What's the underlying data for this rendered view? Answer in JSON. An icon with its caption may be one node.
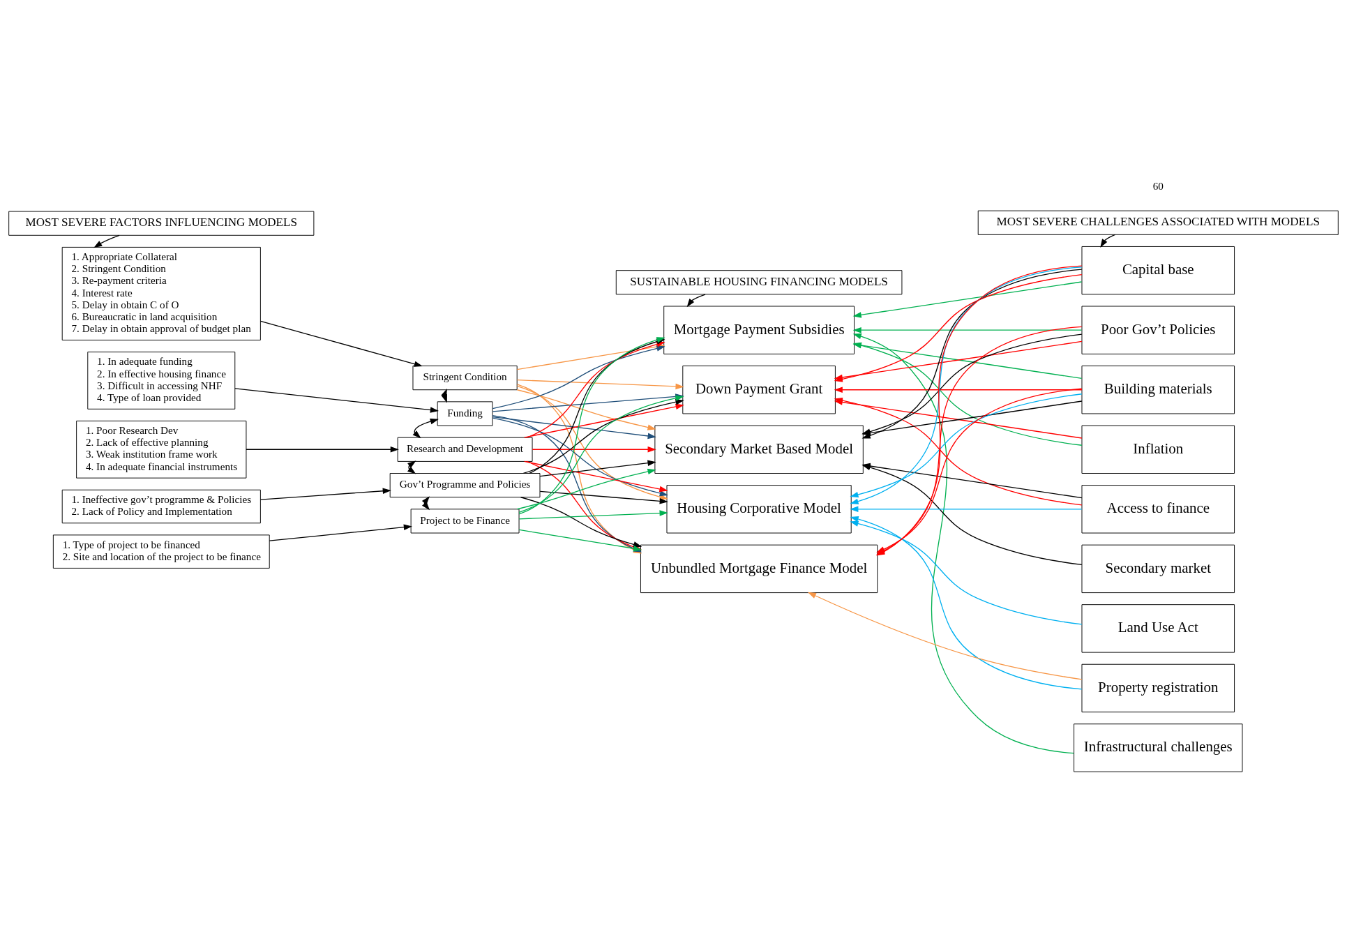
{
  "diagram": {
    "nodes": [
      {
        "text": [
          "MOST SEVERE FACTORS INFLUENCING MODELS"
        ]
      },
      {
        "text": [
          "SUSTAINABLE HOUSING FINANCING MODELS"
        ]
      },
      {
        "text": [
          "MOST SEVERE CHALLENGES ASSOCIATED WITH MODELS"
        ]
      },
      {
        "text": [
          "1. Appropriate Collateral",
          "2. Stringent Condition",
          "3. Re-payment criteria",
          "4. Interest rate",
          "5. Delay in obtain C of O",
          "6. Bureaucratic in land acquisition",
          "7. Delay in obtain approval of budget plan"
        ]
      },
      {
        "text": [
          "Stringent Condition"
        ]
      },
      {
        "text": [
          "1. In adequate funding",
          "2. In effective housing finance",
          "3. Difficult in accessing NHF",
          "4. Type of loan provided"
        ]
      },
      {
        "text": [
          "Funding"
        ]
      },
      {
        "text": [
          "1. Poor Research Dev",
          "2. Lack of effective planning",
          "3. Weak institution frame work",
          "4. In adequate financial instruments"
        ]
      },
      {
        "text": [
          "Research and Development"
        ]
      },
      {
        "text": [
          "1. Ineffective gov’t programme & Policies",
          "2. Lack of Policy and Implementation"
        ]
      },
      {
        "text": [
          "Gov’t Programme and Policies"
        ]
      },
      {
        "text": [
          "1. Type of project to be financed",
          "2. Site and location of the project to be finance"
        ]
      },
      {
        "text": [
          "Project to be Finance"
        ]
      },
      {
        "text": [
          "Mortgage Payment Subsidies"
        ]
      },
      {
        "text": [
          "Down Payment Grant"
        ]
      },
      {
        "text": [
          "Secondary Market Based Model"
        ]
      },
      {
        "text": [
          "Housing Corporative Model"
        ]
      },
      {
        "text": [
          "Unbundled Mortgage Finance Model"
        ]
      },
      {
        "text": [
          "Capital base"
        ]
      },
      {
        "text": [
          "Poor Gov’t Policies"
        ]
      },
      {
        "text": [
          "Building materials"
        ]
      },
      {
        "text": [
          "Inflation"
        ]
      },
      {
        "text": [
          "Access to finance"
        ]
      },
      {
        "text": [
          "Secondary market"
        ]
      },
      {
        "text": [
          "Land Use Act"
        ]
      },
      {
        "text": [
          "Property registration"
        ]
      },
      {
        "text": [
          "Infrastructural challenges"
        ]
      }
    ],
    "edges": [
      {
        "from": 0,
        "to": 3,
        "arrow": "to"
      },
      {
        "from": 1,
        "to": 13,
        "arrow": "to"
      },
      {
        "from": 2,
        "to": 18,
        "arrow": "to"
      },
      {
        "from": 3,
        "to": 4,
        "arrow": "to"
      },
      {
        "from": 5,
        "to": 6,
        "arrow": "to"
      },
      {
        "from": 7,
        "to": 8,
        "arrow": "to"
      },
      {
        "from": 9,
        "to": 10,
        "arrow": "to"
      },
      {
        "from": 11,
        "to": 12,
        "arrow": "to"
      },
      {
        "from": 4,
        "to": 6,
        "arrow": "both"
      },
      {
        "from": 6,
        "to": 8,
        "arrow": "both"
      },
      {
        "from": 8,
        "to": 10,
        "arrow": "both"
      },
      {
        "from": 10,
        "to": 12,
        "arrow": "both"
      },
      {
        "from": 4,
        "to": 13,
        "arrow": "to",
        "color": "#f79646"
      },
      {
        "from": 4,
        "to": 14,
        "arrow": "to",
        "color": "#f79646"
      },
      {
        "from": 4,
        "to": 15,
        "arrow": "to",
        "color": "#f79646"
      },
      {
        "from": 4,
        "to": 16,
        "arrow": "to",
        "color": "#f79646"
      },
      {
        "from": 4,
        "to": 17,
        "arrow": "to",
        "color": "#f79646"
      },
      {
        "from": 6,
        "to": 13,
        "arrow": "to",
        "color": "#1f4e79"
      },
      {
        "from": 6,
        "to": 14,
        "arrow": "to",
        "color": "#1f4e79"
      },
      {
        "from": 6,
        "to": 15,
        "arrow": "to",
        "color": "#1f4e79"
      },
      {
        "from": 6,
        "to": 16,
        "arrow": "to",
        "color": "#1f4e79"
      },
      {
        "from": 6,
        "to": 17,
        "arrow": "to",
        "color": "#1f4e79"
      },
      {
        "from": 8,
        "to": 13,
        "arrow": "to",
        "color": "#ff0000"
      },
      {
        "from": 8,
        "to": 14,
        "arrow": "to",
        "color": "#ff0000"
      },
      {
        "from": 8,
        "to": 15,
        "arrow": "to",
        "color": "#ff0000"
      },
      {
        "from": 8,
        "to": 16,
        "arrow": "to",
        "color": "#ff0000"
      },
      {
        "from": 8,
        "to": 17,
        "arrow": "to",
        "color": "#ff0000"
      },
      {
        "from": 10,
        "to": 13,
        "arrow": "to"
      },
      {
        "from": 10,
        "to": 14,
        "arrow": "to"
      },
      {
        "from": 10,
        "to": 15,
        "arrow": "to"
      },
      {
        "from": 10,
        "to": 16,
        "arrow": "to"
      },
      {
        "from": 10,
        "to": 17,
        "arrow": "to"
      },
      {
        "from": 12,
        "to": 13,
        "arrow": "to",
        "color": "#00b050"
      },
      {
        "from": 12,
        "to": 14,
        "arrow": "to",
        "color": "#00b050"
      },
      {
        "from": 12,
        "to": 15,
        "arrow": "to",
        "color": "#00b050"
      },
      {
        "from": 12,
        "to": 16,
        "arrow": "to",
        "color": "#00b050"
      },
      {
        "from": 12,
        "to": 17,
        "arrow": "to",
        "color": "#00b050"
      },
      {
        "from": 18,
        "to": 13,
        "arrow": "to",
        "color": "#00b050"
      },
      {
        "from": 19,
        "to": 13,
        "arrow": "to",
        "color": "#00b050"
      },
      {
        "from": 20,
        "to": 13,
        "arrow": "to",
        "color": "#00b050"
      },
      {
        "from": 21,
        "to": 13,
        "arrow": "to",
        "color": "#00b050"
      },
      {
        "from": 26,
        "to": 13,
        "arrow": "to",
        "color": "#00b050"
      },
      {
        "from": 18,
        "to": 14,
        "arrow": "to",
        "color": "#ff0000"
      },
      {
        "from": 19,
        "to": 14,
        "arrow": "to",
        "color": "#ff0000"
      },
      {
        "from": 20,
        "to": 14,
        "arrow": "to",
        "color": "#ff0000"
      },
      {
        "from": 21,
        "to": 14,
        "arrow": "to",
        "color": "#ff0000"
      },
      {
        "from": 22,
        "to": 14,
        "arrow": "to",
        "color": "#ff0000"
      },
      {
        "from": 18,
        "to": 15,
        "arrow": "to"
      },
      {
        "from": 19,
        "to": 15,
        "arrow": "to"
      },
      {
        "from": 20,
        "to": 15,
        "arrow": "to"
      },
      {
        "from": 22,
        "to": 15,
        "arrow": "to"
      },
      {
        "from": 23,
        "to": 15,
        "arrow": "to"
      },
      {
        "from": 18,
        "to": 16,
        "arrow": "to",
        "color": "#00b0f0"
      },
      {
        "from": 20,
        "to": 16,
        "arrow": "to",
        "color": "#00b0f0"
      },
      {
        "from": 22,
        "to": 16,
        "arrow": "to",
        "color": "#00b0f0"
      },
      {
        "from": 24,
        "to": 16,
        "arrow": "to",
        "color": "#00b0f0"
      },
      {
        "from": 25,
        "to": 16,
        "arrow": "to",
        "color": "#00b0f0"
      },
      {
        "from": 18,
        "to": 17,
        "arrow": "to",
        "color": "#ff0000"
      },
      {
        "from": 19,
        "to": 17,
        "arrow": "to",
        "color": "#ff0000"
      },
      {
        "from": 20,
        "to": 17,
        "arrow": "to",
        "color": "#ff0000"
      },
      {
        "from": 25,
        "to": 17,
        "arrow": "to",
        "color": "#f79646"
      }
    ],
    "labels": [
      "60"
    ]
  }
}
